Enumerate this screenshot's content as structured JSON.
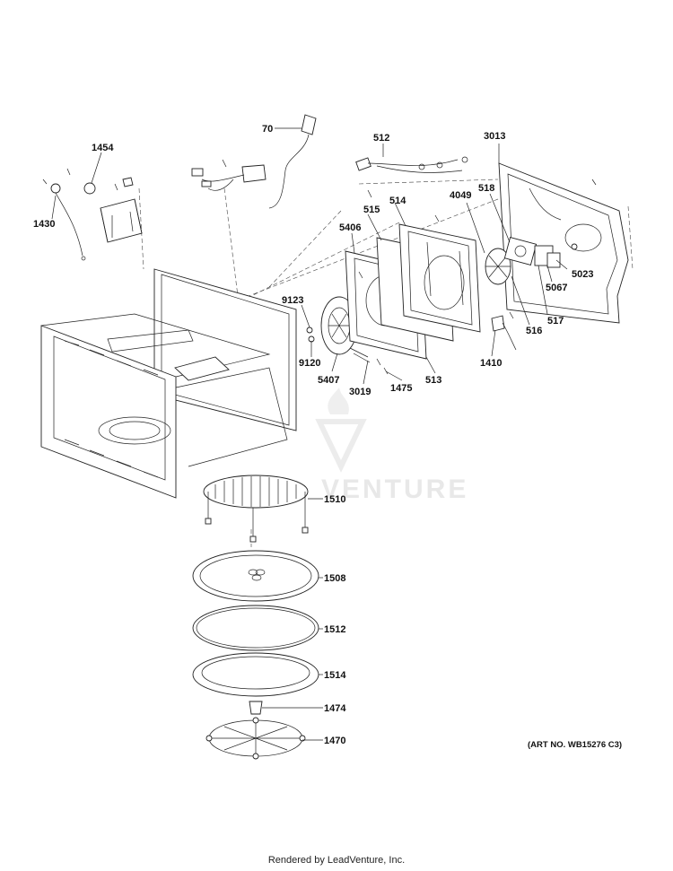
{
  "part_labels": {
    "p70": "70",
    "p512": "512",
    "p3013": "3013",
    "p1454": "1454",
    "p1430": "1430",
    "p514": "514",
    "p4049": "4049",
    "p518": "518",
    "p515": "515",
    "p5406": "5406",
    "p5023": "5023",
    "p5067": "5067",
    "p9123": "9123",
    "p517": "517",
    "p516": "516",
    "p9120": "9120",
    "p1410": "1410",
    "p5407": "5407",
    "p3019": "3019",
    "p1475": "1475",
    "p513": "513",
    "p1510": "1510",
    "p1508": "1508",
    "p1512": "1512",
    "p1514": "1514",
    "p1474": "1474",
    "p1470": "1470"
  },
  "art_number": "(ART NO. WB15276 C3)",
  "watermark": "VENTURE",
  "footer": "Rendered by LeadVenture, Inc."
}
